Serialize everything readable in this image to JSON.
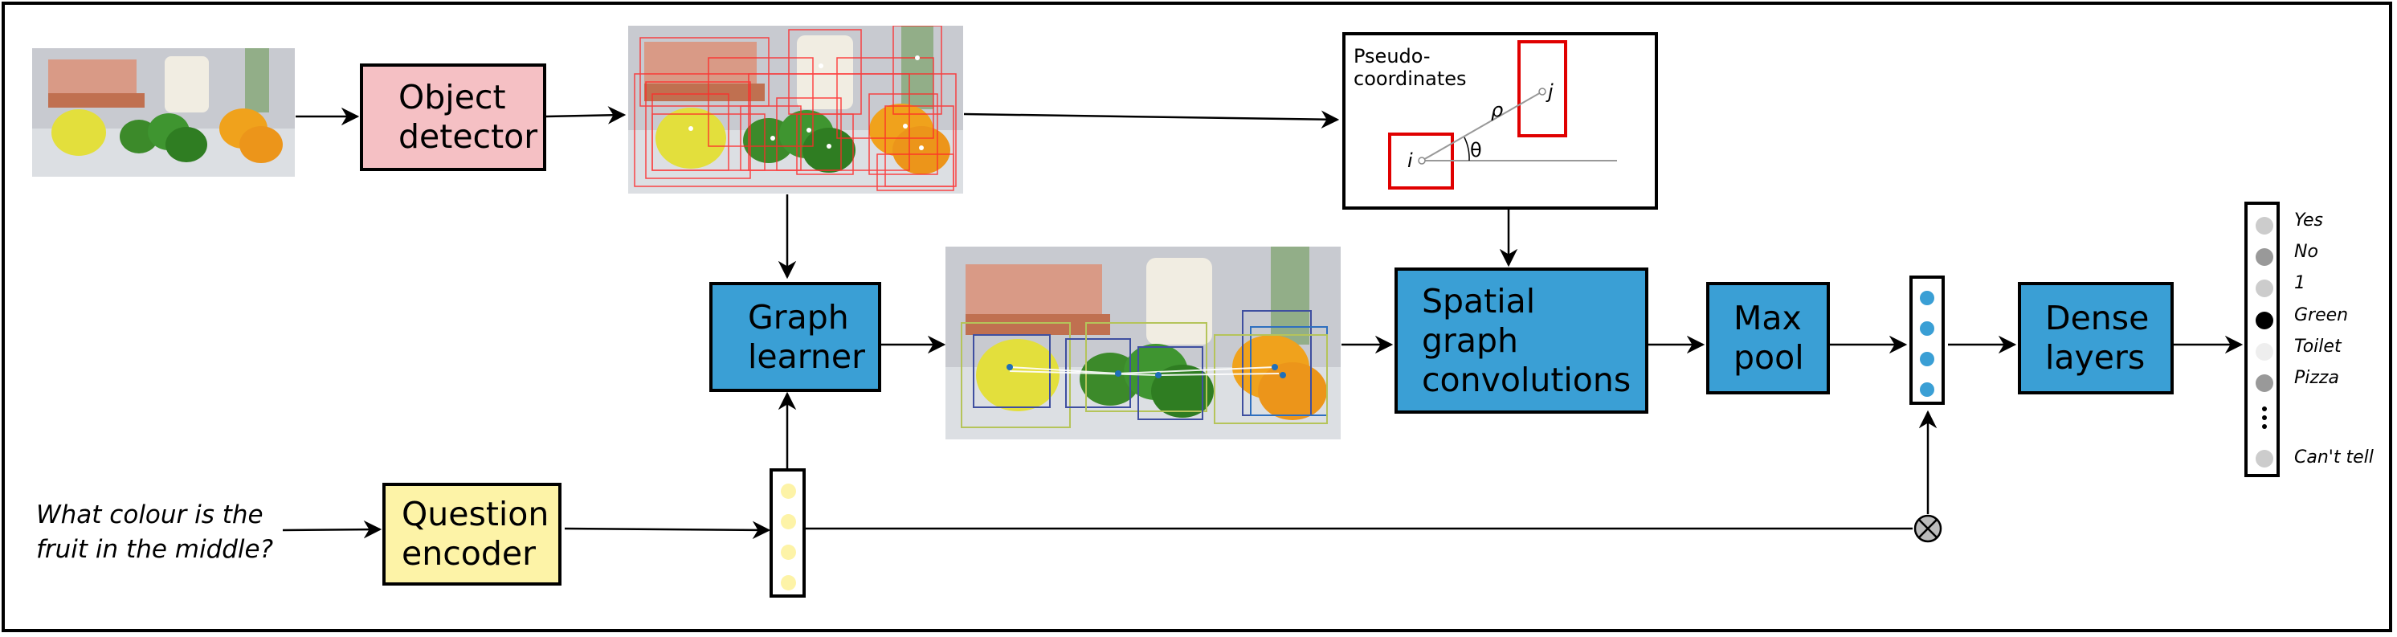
{
  "blocks": {
    "object_detector": [
      "Object",
      "detector"
    ],
    "graph_learner": [
      "Graph",
      "learner"
    ],
    "spatial_graph_convolutions": [
      "Spatial",
      "graph",
      "convolutions"
    ],
    "max_pool": [
      "Max",
      "pool"
    ],
    "dense_layers": [
      "Dense",
      "layers"
    ],
    "question_encoder": [
      "Question",
      "encoder"
    ]
  },
  "question": [
    "What colour is the",
    "fruit in the middle?"
  ],
  "pseudo_coordinates": {
    "label": [
      "Pseudo-",
      "coordinates"
    ],
    "node_i": "i",
    "node_j": "j",
    "rho": "ρ",
    "theta": "θ"
  },
  "answers": [
    {
      "label": "Yes",
      "color": "#cccccc"
    },
    {
      "label": "No",
      "color": "#999999"
    },
    {
      "label": "1",
      "color": "#cccccc"
    },
    {
      "label": "Green",
      "color": "#000000"
    },
    {
      "label": "Toilet",
      "color": "#eeeeee"
    },
    {
      "label": "Pizza",
      "color": "#999999"
    },
    {
      "label": "Can't tell",
      "color": "#cccccc"
    }
  ],
  "colors": {
    "object_detector": "#f5c0c4",
    "learned_blocks": "#3a9fd5",
    "question_encoder": "#fdf3a7",
    "question_vector_dot": "#fdf3a7",
    "feature_vector_dot": "#3a9fd5",
    "detection_box": "#ff0000"
  }
}
